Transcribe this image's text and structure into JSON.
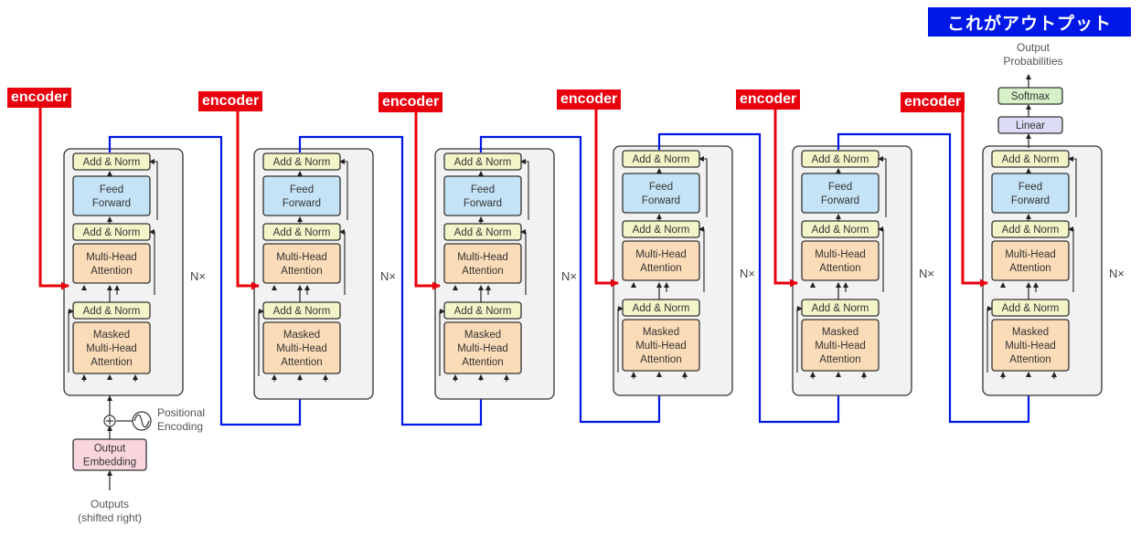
{
  "title_tag": "これがアウトプット",
  "encoder_label": "encoder",
  "output_probabilities": [
    "Output",
    "Probabilities"
  ],
  "softmax": "Softmax",
  "linear": "Linear",
  "add_norm": "Add & Norm",
  "feed_forward": [
    "Feed",
    "Forward"
  ],
  "mha": [
    "Multi-Head",
    "Attention"
  ],
  "masked_mha": [
    "Masked",
    "Multi-Head",
    "Attention"
  ],
  "nx": "N×",
  "positional_encoding": [
    "Positional",
    "Encoding"
  ],
  "output_embedding": [
    "Output",
    "Embedding"
  ],
  "outputs": [
    "Outputs",
    "(shifted right)"
  ],
  "colors": {
    "encoder_arrow": "#e8000c",
    "flow_arrow": "#0018e6",
    "add_norm_fill": "#f3f5c9",
    "feed_forward_fill": "#c5e3f6",
    "attention_fill": "#fbdcb8",
    "softmax_fill": "#d6f0c8",
    "linear_fill": "#dcdcf4",
    "embedding_fill": "#f9d6de",
    "block_fill": "#f2f2f2"
  }
}
